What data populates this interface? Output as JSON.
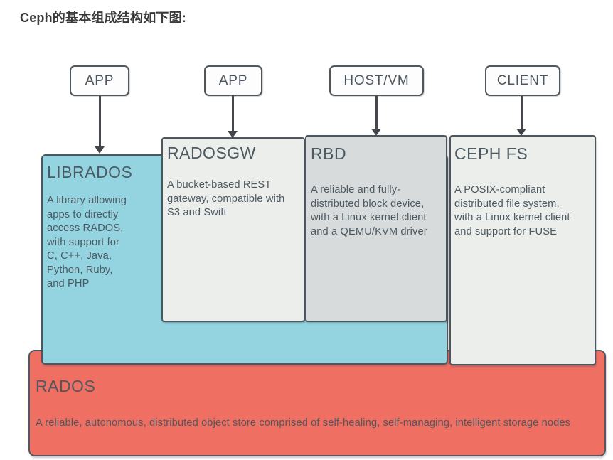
{
  "page": {
    "heading": "Ceph的基本组成结构如下图:"
  },
  "diagram": {
    "top_nodes": [
      {
        "id": "app-1",
        "label": "APP"
      },
      {
        "id": "app-2",
        "label": "APP"
      },
      {
        "id": "host-vm",
        "label": "HOST/VM"
      },
      {
        "id": "client",
        "label": "CLIENT"
      }
    ],
    "components": {
      "librados": {
        "title": "LIBRADOS",
        "description": "A library allowing\napps to directly\naccess RADOS,\nwith support for\nC, C++, Java,\nPython, Ruby,\nand PHP",
        "fill": "#93d4e0"
      },
      "radosgw": {
        "title": "RADOSGW",
        "description": "A bucket-based REST\ngateway, compatible with\nS3 and Swift",
        "fill": "#eceeeb"
      },
      "rbd": {
        "title": "RBD",
        "description": "A reliable and fully-\ndistributed block device,\nwith a Linux kernel client\nand a QEMU/KVM driver",
        "fill": "#d8dbdb"
      },
      "cephfs": {
        "title": "CEPH FS",
        "description": "A POSIX-compliant\ndistributed file system,\nwith a Linux kernel client\nand support for FUSE",
        "fill": "#eceeeb"
      },
      "rados": {
        "title": "RADOS",
        "description": "A reliable, autonomous, distributed object store comprised of self-healing, self-managing, intelligent storage nodes",
        "fill": "#ef6f62"
      }
    },
    "colors": {
      "box_border": "#4d565c",
      "diagram_text": "#4d5a62",
      "arrow": "#43474b",
      "top_node_fill": "#fdfdfd"
    }
  }
}
